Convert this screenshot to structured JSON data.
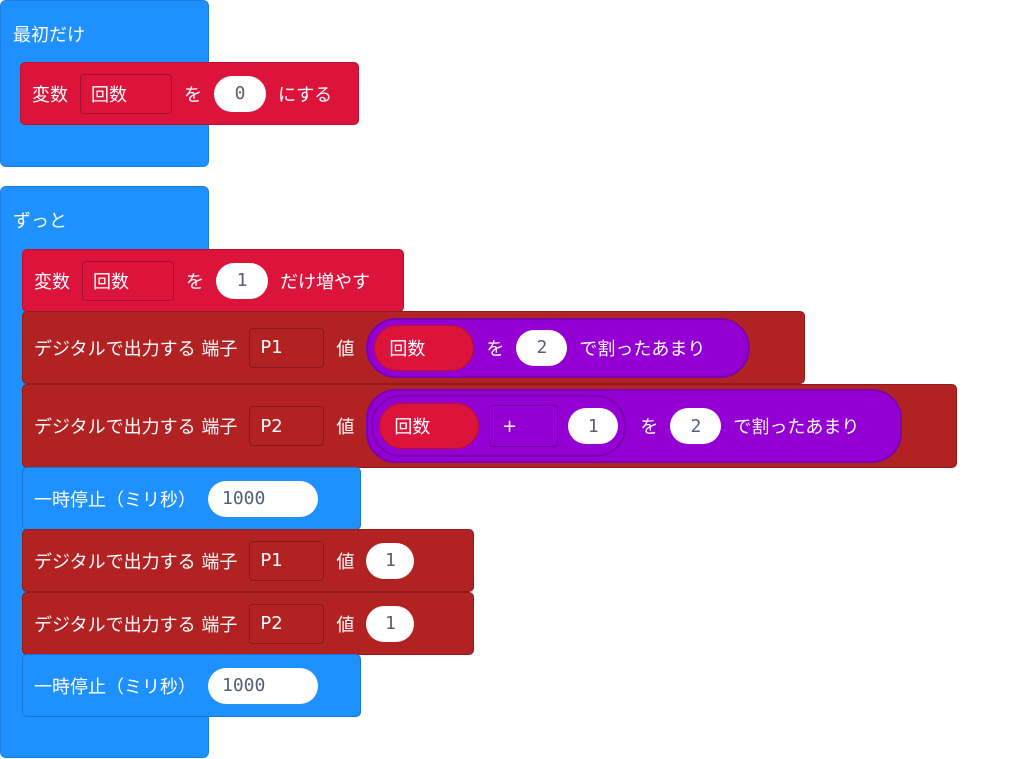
{
  "colors": {
    "event": "#1E90FF",
    "variables": "#DC143C",
    "pins": "#B22222",
    "math": "#9400D3"
  },
  "on_start": {
    "label": "最初だけ",
    "set_block": {
      "prefix": "変数",
      "variable": "回数",
      "mid": "を",
      "value": "0",
      "suffix": "にする"
    }
  },
  "forever": {
    "label": "ずっと",
    "change_block": {
      "prefix": "変数",
      "variable": "回数",
      "mid": "を",
      "value": "1",
      "suffix": "だけ増やす"
    },
    "write1": {
      "label": "デジタルで出力する 端子",
      "pin": "P1",
      "value_label": "値",
      "variable": "回数",
      "mid": "を",
      "divisor": "2",
      "suffix": "で割ったあまり"
    },
    "write2": {
      "label": "デジタルで出力する 端子",
      "pin": "P2",
      "value_label": "値",
      "variable": "回数",
      "operator": "+",
      "addend": "1",
      "mid": "を",
      "divisor": "2",
      "suffix": "で割ったあまり"
    },
    "pause1": {
      "label": "一時停止（ミリ秒）",
      "value": "1000"
    },
    "write3": {
      "label": "デジタルで出力する 端子",
      "pin": "P1",
      "value_label": "値",
      "value": "1"
    },
    "write4": {
      "label": "デジタルで出力する 端子",
      "pin": "P2",
      "value_label": "値",
      "value": "1"
    },
    "pause2": {
      "label": "一時停止（ミリ秒）",
      "value": "1000"
    }
  }
}
